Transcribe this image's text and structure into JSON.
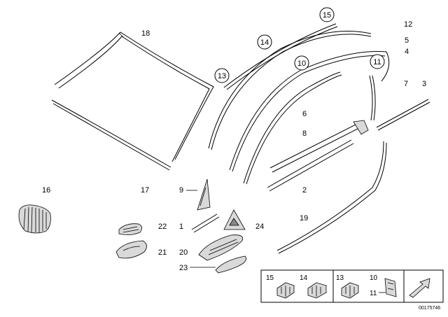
{
  "diagram": {
    "document_id": "00175746",
    "callouts": {
      "c1": "1",
      "c2": "2",
      "c3": "3",
      "c4": "4",
      "c5": "5",
      "c6": "6",
      "c7": "7",
      "c8": "8",
      "c9": "9",
      "c10": "10",
      "c11": "11",
      "c12": "12",
      "c13": "13",
      "c14": "14",
      "c15": "15",
      "c16": "16",
      "c17": "17",
      "c18": "18",
      "c19": "19",
      "c20": "20",
      "c21": "21",
      "c22": "22",
      "c23": "23",
      "c24": "24"
    },
    "legend_box": {
      "p15": "15",
      "p14": "14",
      "p13": "13",
      "p10": "10",
      "p11": "11"
    }
  }
}
